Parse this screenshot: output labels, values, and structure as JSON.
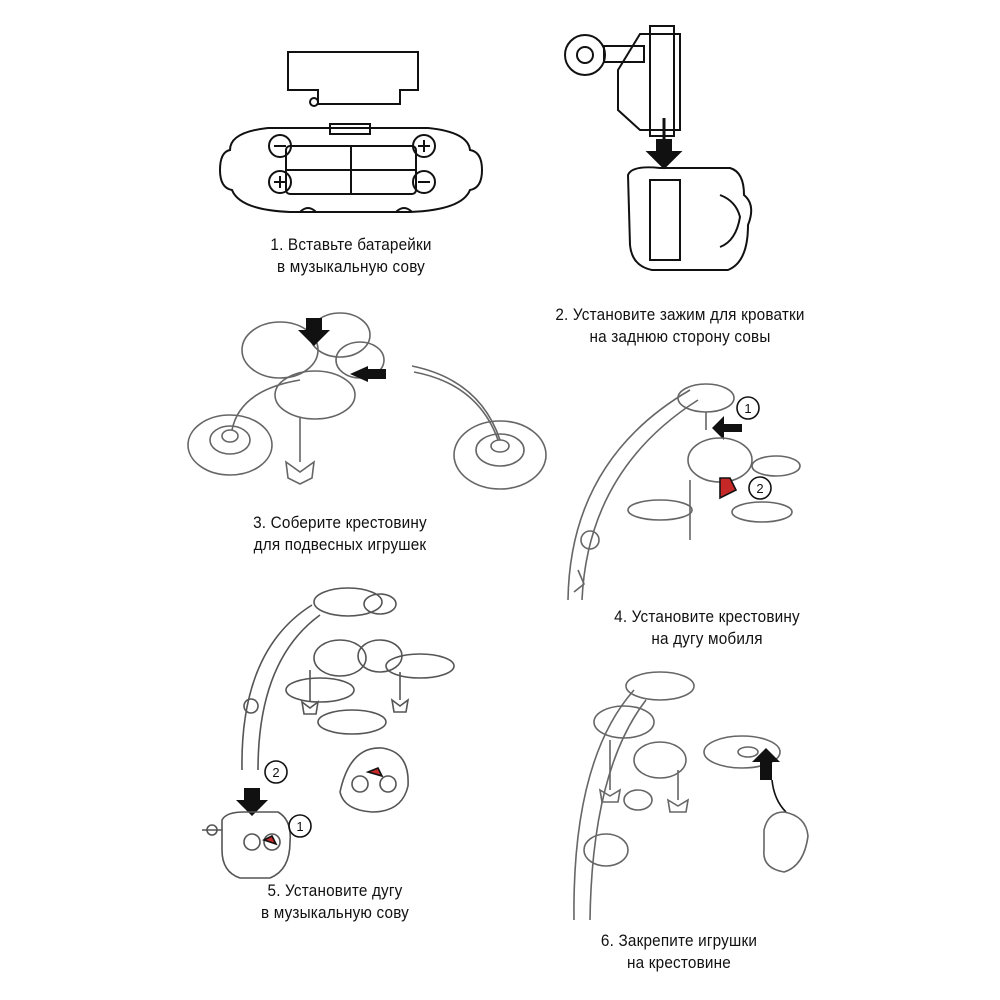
{
  "steps": [
    {
      "line1": "1. Вставьте батарейки",
      "line2": "в музыкальную сову"
    },
    {
      "line1": "2. Установите зажим для кроватки",
      "line2": "на заднюю сторону совы"
    },
    {
      "line1": "3. Соберите крестовину",
      "line2": "для подвесных игрушек"
    },
    {
      "line1": "4. Установите крестовину",
      "line2": "на дугу мобиля"
    },
    {
      "line1": "5. Установите дугу",
      "line2": "в музыкальную сову"
    },
    {
      "line1": "6. Закрепите игрушки",
      "line2": "на крестовине"
    }
  ],
  "markers": {
    "one": "1",
    "two": "2"
  },
  "colors": {
    "line": "#111111",
    "accent": "#c62828",
    "arrow": "#111111"
  }
}
